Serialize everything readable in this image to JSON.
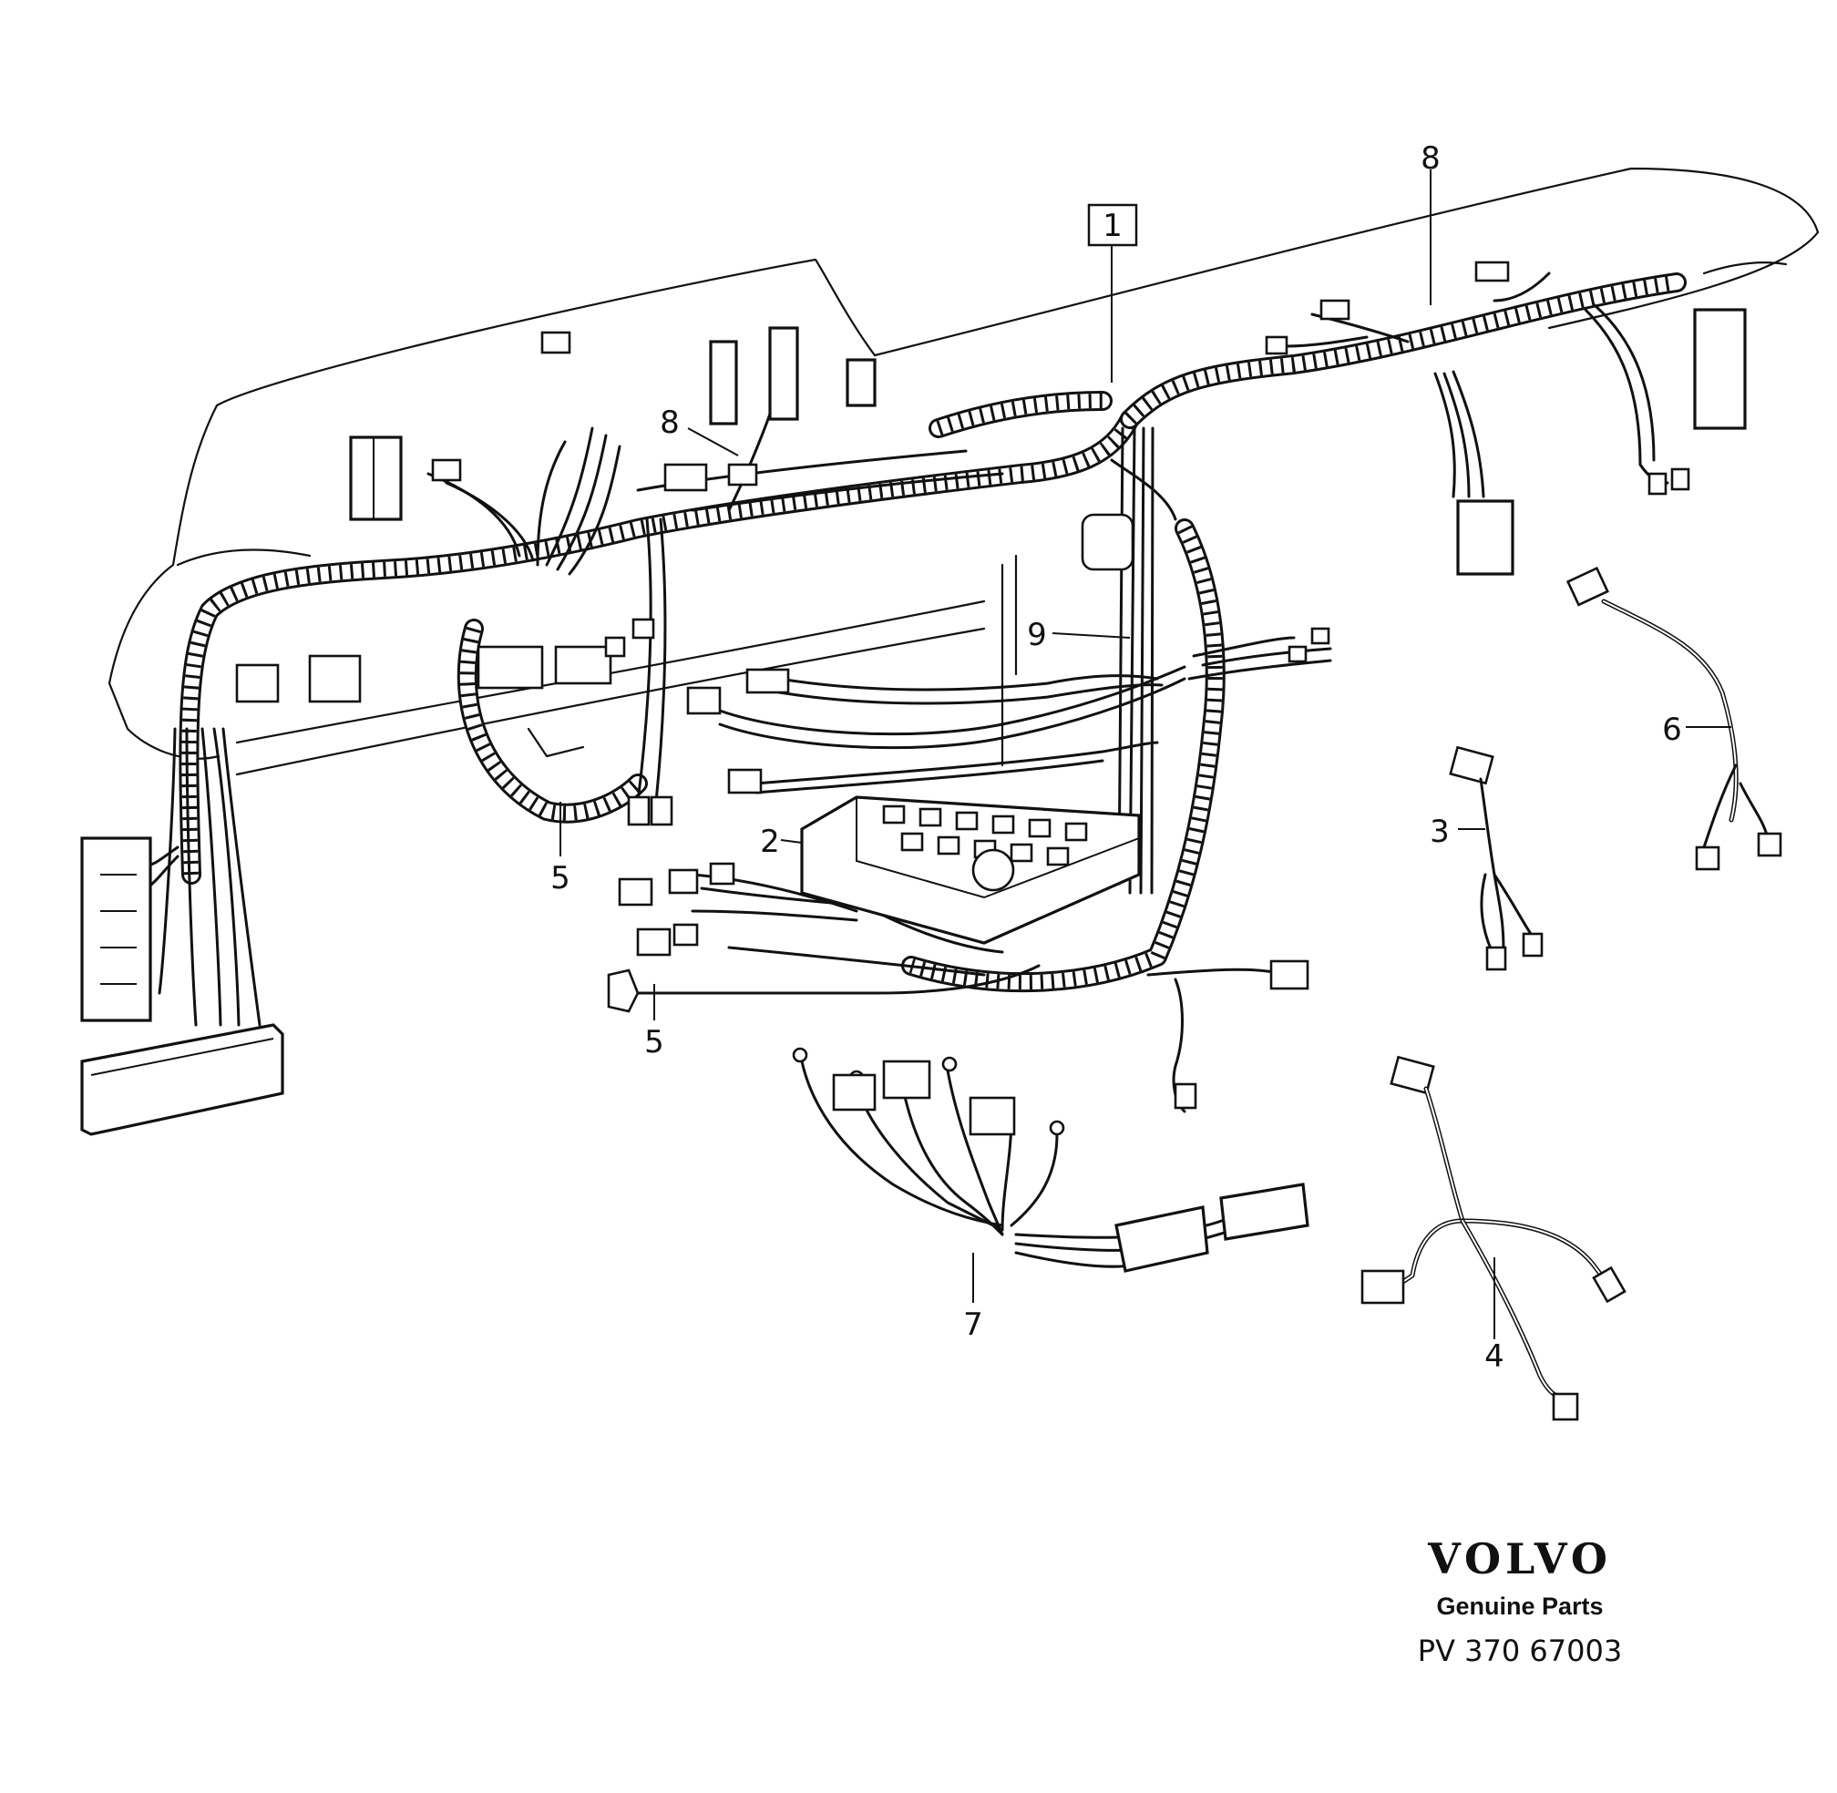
{
  "callouts": {
    "c1": "1",
    "c2": "2",
    "c3": "3",
    "c4": "4",
    "c5a": "5",
    "c5b": "5",
    "c6": "6",
    "c7": "7",
    "c8a": "8",
    "c8b": "8",
    "c9": "9"
  },
  "brand": {
    "logo": "VOLVO",
    "subtitle": "Genuine Parts",
    "part_number": "PV 370 67003"
  }
}
